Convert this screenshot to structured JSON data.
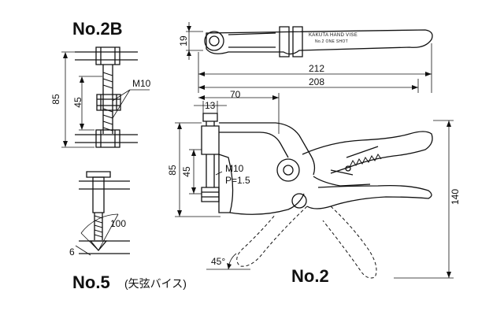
{
  "views": {
    "no2b": {
      "title": "No.2B",
      "dims": {
        "overall": "85",
        "inner": "45",
        "thread": "M10"
      }
    },
    "no5": {
      "title": "No.5",
      "subtitle": "(矢弦バイス)",
      "dims": {
        "radius": "100",
        "bevel": "6"
      }
    },
    "no2": {
      "title": "No.2",
      "top_view": {
        "height": "19",
        "engraving_line1": "KAKUTA HAND VISE",
        "engraving_line2": "No.2 ONE SHOT"
      },
      "dims": {
        "total_length_a": "212",
        "total_length_b": "208",
        "throat": "70",
        "screw_dia": "13",
        "jaw_opening": "85",
        "jaw_inner": "45",
        "thread": "M10",
        "pitch": "P=1.5",
        "height": "140",
        "angle": "45°"
      }
    }
  }
}
